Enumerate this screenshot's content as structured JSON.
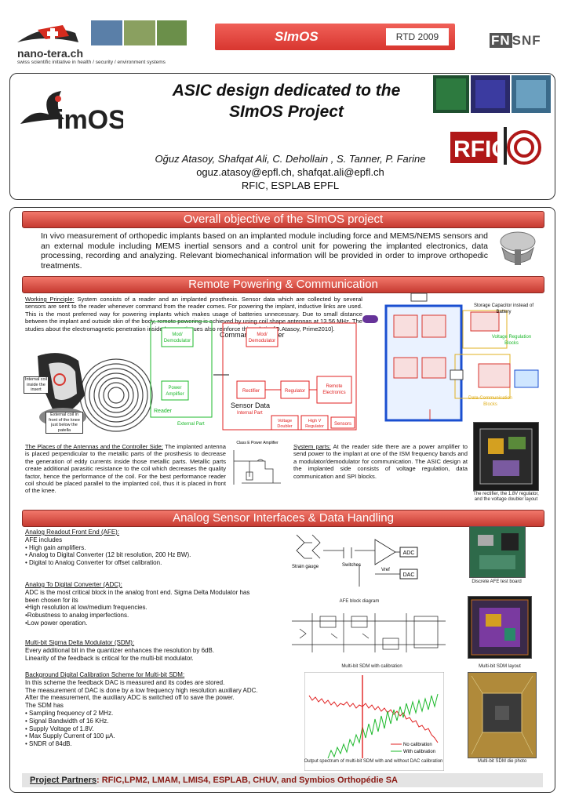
{
  "header": {
    "nanotera_name": "nano-tera.ch",
    "nanotera_sub": "swiss scientific initiative in health / security / environment systems",
    "project_label": "SImOS",
    "rtd": "RTD 2009",
    "fns": "FN",
    "snf": "SNF"
  },
  "title": {
    "logo_text": "S",
    "logo_text2": "imOS",
    "line1": "ASIC design dedicated to the",
    "line2": "SImOS Project",
    "authors": "Oğuz Atasoy, Shafqat Ali, C. Dehollain , S. Tanner, P. Farine",
    "emails": "oguz.atasoy@epfl.ch, shafqat.ali@epfl.ch",
    "affiliation": "RFIC, ESPLAB EPFL",
    "rfic_logo": "RFIC"
  },
  "sections": {
    "objective": "Overall objective of the SImOS project",
    "powering": "Remote Powering & Communication",
    "analog": "Analog Sensor Interfaces & Data Handling"
  },
  "objective_text": "In vivo measurement of orthopedic implants based on an implanted module including force and MEMS/NEMS sensors and an external module including MEMS inertial sensors and a control unit for powering the implanted electronics, data processing, recording and analyzing. Relevant biomechanical information will be provided in order to improve orthopedic treatments.",
  "powering": {
    "wp_head": "Working Principle:",
    "wp_text": " System consists of a reader and an implanted prosthesis. Sensor data which are collected by several sensors are sent to the reader whenever command from the reader comes. For powering the implant, inductive links are used. This is the most preferred way for powering implants which makes usage of batteries unnecessary. Due to small distance between the implant and outside skin of the body, remote powering is achieved by using coil shape antennas at 13.56 MHz. The studies about the electromagnetic penetration inside human tissues also reinforce this solution[O.Atasoy, Prime2010].",
    "places_head": "The Places of the Antennas and the Controller Side:",
    "places_text": " The implanted antenna is placed perpendicular to the metallic parts of the prosthesis to decrease the generation of eddy currents inside those metallic parts. Metallic parts create additional parasitic resistance to the coil which decreases the quality factor, hence the performance of the coil. For the best performance reader coil should be placed parallel to the implanted coil, thus it is placed in front of the knee.",
    "sys_head": "System parts:",
    "sys_text": " At the reader side there are a power amplifier to send power to the implant at one of the ISM frequency bands and a modulator/demodulator for communication. The ASIC design at the implanted side consists of voltage regulation, data communication and SPI blocks.",
    "internal_coil": "Internal coil inside the insert",
    "external_coil": "External coil in front of the knee just below the patella",
    "blk_moddem": "Mod/ Demodulator",
    "blk_pa": "Power Amplifier",
    "reader": "Reader",
    "external_part": "External Part",
    "commands": "Commands & Power",
    "sensor_data": "Sensor Data",
    "internal_part": "Internal Part",
    "blk_moddem2": "Mod/ Demodulator",
    "blk_rect": "Rectifier",
    "blk_reg": "Regulator",
    "blk_remote": "Remote Electronics",
    "blk_vd": "Voltage Doubler",
    "blk_hv": "High V Regulator",
    "blk_sensors": "Sensors",
    "classe": "Class E Power Amplifier",
    "storage": "Storage Capacitor instead of Battery",
    "vreg_blocks": "Voltage Regulation Blocks",
    "datacomm_blocks": "Data Communication Blocks",
    "rect_caption": "The rectifier, the 1.8V regulator, and the voltage doubler layout"
  },
  "analog": {
    "afe_head": "Analog Readout Front End (AFE):",
    "afe_lines": [
      "AFE includes",
      "• High gain amplifiers.",
      "• Analog to Digital Converter (12 bit resolution, 200 Hz BW).",
      "• Digital to Analog Converter for offset calibration."
    ],
    "adc_head": "Analog To Digital Converter (ADC):",
    "adc_lines": [
      "ADC is the most critical block in the analog front end.  Sigma Delta Modulator has",
      "been chosen for its",
      "•High resolution  at low/medium frequencies.",
      "•Robustness to analog imperfections.",
      "•Low power operation."
    ],
    "sdm_head": "Multi-bit Sigma Delta Modulator (SDM):",
    "sdm_lines": [
      "Every additional bit in the quantizer enhances the resolution by 6dB.",
      "Linearity of the feedback is critical for the multi-bit modulator."
    ],
    "cal_head": "Background Digital Calibration Scheme for Multi-bit  SDM:",
    "cal_lines": [
      "In this scheme the feedback DAC is measured and its codes are stored.",
      "The measurement of DAC is done by a low frequency high resolution  auxiliary ADC.",
      "After the measurement, the auxiliary ADC is switched off to save the power.",
      "The SDM has",
      "• Sampling frequency of 2 MHz.",
      "• Signal Bandwidth of 16 KHz.",
      "• Supply Voltage of 1.8V.",
      "• Max Supply Current of 100 µA.",
      "• SNDR of 84dB."
    ],
    "cap_afe": "AFE block diagram",
    "cap_afe_board": "Discrete AFE test board",
    "cap_sdm": "Multi-bit SDM with calibration",
    "cap_sdm_layout": "Multi-bit SDM layout",
    "cap_spectrum": "Output spectrum of multi-bit SDM with and without DAC calibration",
    "cap_die": "Multi-bit SDM  die photo",
    "legend_no": "No calibration",
    "legend_with": "With  calibration",
    "afe_adc": "ADC",
    "afe_dac": "DAC",
    "afe_strain": "Strain gauge",
    "afe_switches": "Switches",
    "afe_vref": "Vref"
  },
  "partners": {
    "label": "Project Partners",
    "value": ": RFIC,LPM2, LMAM, LMIS4, ESPLAB, CHUV, and Symbios Orthopédie SA"
  },
  "colors": {
    "accent": "#d8362f",
    "bar_dark": "#8a2a24",
    "green": "#1bb82a",
    "red": "#e02020"
  }
}
